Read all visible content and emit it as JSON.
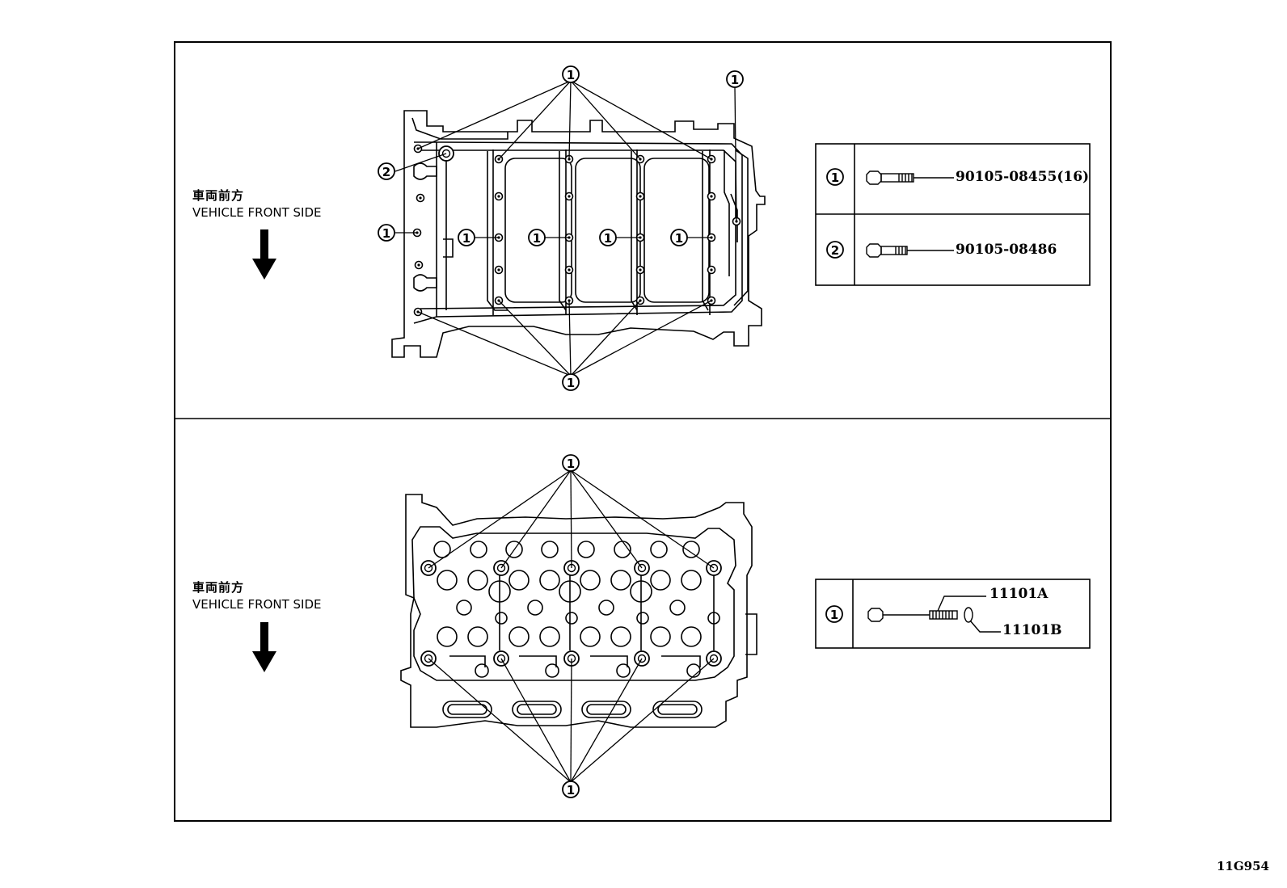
{
  "panels": [
    {
      "direction_jp": "車両前方",
      "direction_en": "VEHICLE FRONT SIDE",
      "callouts": [
        "1",
        "2"
      ],
      "parts": [
        {
          "ref": "1",
          "number": "90105-08455(16)"
        },
        {
          "ref": "2",
          "number": "90105-08486"
        }
      ]
    },
    {
      "direction_jp": "車両前方",
      "direction_en": "VEHICLE FRONT SIDE",
      "callouts": [
        "1"
      ],
      "parts": [
        {
          "ref": "1",
          "number_a": "11101A",
          "number_b": "11101B"
        }
      ]
    }
  ],
  "figure_code": "11G954"
}
